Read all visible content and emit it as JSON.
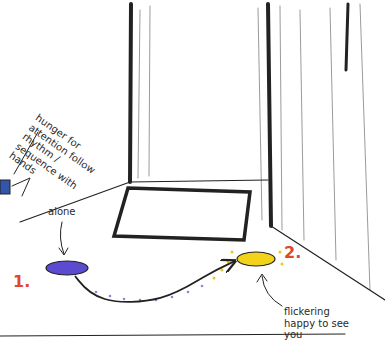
{
  "diagram": {
    "nodes": [
      {
        "text": [
          "1."
        ]
      },
      {
        "text": [
          "2."
        ]
      }
    ],
    "edges": [
      {
        "from": 0,
        "to": 1,
        "arrow": "to"
      }
    ],
    "labels": [
      "hunger for attention follow rhythm / sequence with hands",
      "alone",
      "flickering happy to see you"
    ]
  }
}
